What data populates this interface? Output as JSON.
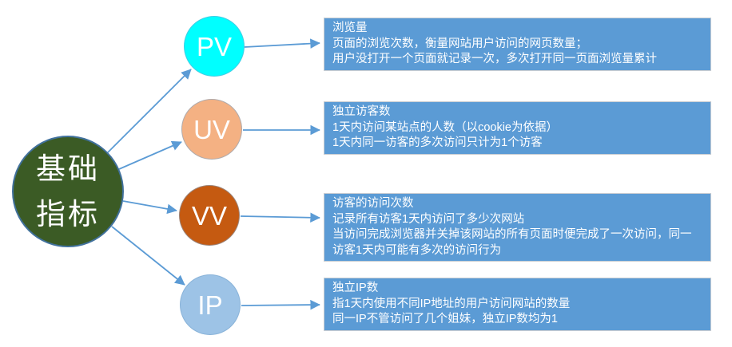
{
  "diagram": {
    "root": {
      "line1": "基础",
      "line2": "指标",
      "fill": "#3b5b25",
      "border_color": "#41719c"
    },
    "arrow_color": "#5b9bd5",
    "box_fill": "#5b9bd5",
    "nodes": [
      {
        "label": "PV",
        "fill": "#00ffff",
        "desc_title": "浏览量",
        "line1": "页面的浏览次数，衡量网站用户访问的网页数量；",
        "line2": "用户没打开一个页面就记录一次，多次打开同一页面浏览量累计"
      },
      {
        "label": "UV",
        "fill": "#f4b183",
        "desc_title": "独立访客数",
        "line1": "1天内访问某站点的人数（以cookie为依据）",
        "line2": "1天内同一访客的多次访问只计为1个访客"
      },
      {
        "label": "VV",
        "fill": "#c55a11",
        "desc_title": "访客的访问次数",
        "line1": "记录所有访客1天内访问了多少次网站",
        "line2": "当访问完成浏览器并关掉该网站的所有页面时便完成了一次访问，同一访客1天内可能有多次的访问行为"
      },
      {
        "label": "IP",
        "fill": "#9dc3e6",
        "desc_title": "独立IP数",
        "line1": "指1天内使用不同IP地址的用户访问网站的数量",
        "line2": "同一IP不管访问了几个姐妹，独立IP数均为1"
      }
    ]
  }
}
